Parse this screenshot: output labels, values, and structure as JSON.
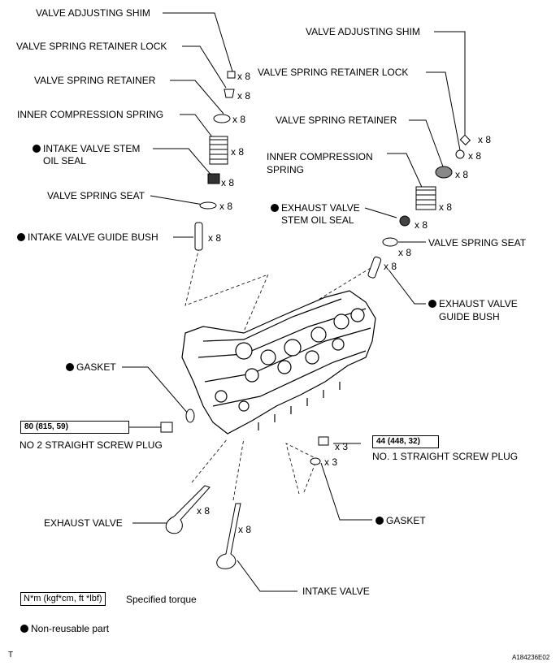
{
  "labels": {
    "shim_l": "VALVE ADJUSTING SHIM",
    "lock_l": "VALVE SPRING RETAINER LOCK",
    "retainer_l": "VALVE SPRING RETAINER",
    "spring_l": "INNER COMPRESSION SPRING",
    "intake_seal_1": "INTAKE VALVE STEM",
    "intake_seal_2": "OIL SEAL",
    "seat_l": "VALVE SPRING SEAT",
    "intake_bush": "INTAKE VALVE GUIDE BUSH",
    "shim_r": "VALVE ADJUSTING SHIM",
    "lock_r": "VALVE SPRING RETAINER LOCK",
    "retainer_r": "VALVE SPRING RETAINER",
    "spring_r_1": "INNER COMPRESSION",
    "spring_r_2": "SPRING",
    "exh_seal_1": "EXHAUST VALVE",
    "exh_seal_2": "STEM OIL SEAL",
    "seat_r": "VALVE SPRING SEAT",
    "exh_bush_1": "EXHAUST VALVE",
    "exh_bush_2": "GUIDE BUSH",
    "gasket_l": "GASKET",
    "plug2": "NO  2 STRAIGHT SCREW PLUG",
    "plug1": "NO. 1 STRAIGHT SCREW PLUG",
    "gasket_r": "GASKET",
    "exhaust_valve": "EXHAUST VALVE",
    "intake_valve": "INTAKE VALVE"
  },
  "qty": {
    "x8": "x 8",
    "x3": "x 3"
  },
  "torque": {
    "plug2": "80 (815, 59)",
    "plug1": "44 (448, 32)"
  },
  "legend": {
    "torque_unit": "N*m (kgf*cm, ft *lbf)",
    "torque_text": "Specified torque",
    "nonreusable": "Non-reusable part"
  },
  "footer": {
    "left": "T",
    "code": "A184236E02"
  }
}
